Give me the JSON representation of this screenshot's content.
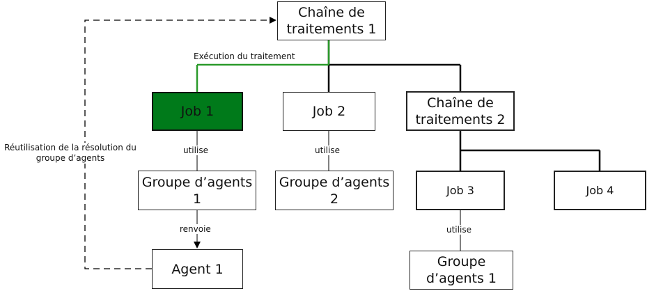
{
  "nodes": {
    "chain1": "Chaîne de traitements 1",
    "job1": "Job 1",
    "job2": "Job 2",
    "chain2": "Chaîne de traitements 2",
    "group1": "Groupe d’agents 1",
    "group2": "Groupe d’agents 2",
    "job3": "Job 3",
    "job4": "Job 4",
    "agent1": "Agent 1",
    "group1b": "Groupe d’agents 1"
  },
  "labels": {
    "execution": "Exécution du traitement",
    "reuse": "Réutilisation de la résolution du groupe d’agents",
    "uses1": "utilise",
    "uses2": "utilise",
    "uses3": "utilise",
    "redirects": "renvoie"
  },
  "colors": {
    "execution_path": "#2a9a2a",
    "active_job_fill": "#007a1a"
  }
}
